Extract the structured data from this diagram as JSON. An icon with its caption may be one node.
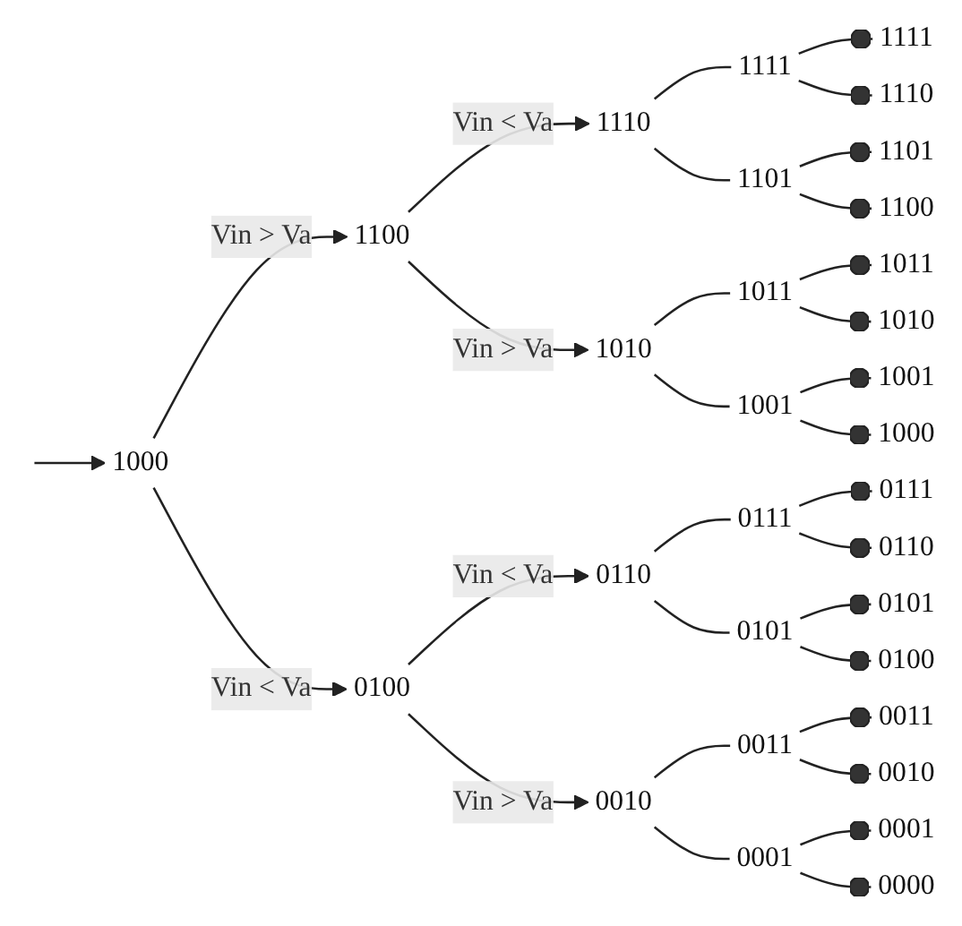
{
  "diagram": {
    "nodes": [
      {
        "text": [
          "1000"
        ]
      },
      {
        "text": [
          "1100"
        ]
      },
      {
        "text": [
          "0100"
        ]
      },
      {
        "text": [
          "1110"
        ]
      },
      {
        "text": [
          "1010"
        ]
      },
      {
        "text": [
          "0110"
        ]
      },
      {
        "text": [
          "0010"
        ]
      },
      {
        "text": [
          "1111"
        ]
      },
      {
        "text": [
          "1101"
        ]
      },
      {
        "text": [
          "1011"
        ]
      },
      {
        "text": [
          "1001"
        ]
      },
      {
        "text": [
          "0111"
        ]
      },
      {
        "text": [
          "0101"
        ]
      },
      {
        "text": [
          "0011"
        ]
      },
      {
        "text": [
          "0001"
        ]
      },
      {
        "text": [
          "1111"
        ]
      },
      {
        "text": [
          "1110"
        ]
      },
      {
        "text": [
          "1101"
        ]
      },
      {
        "text": [
          "1100"
        ]
      },
      {
        "text": [
          "1011"
        ]
      },
      {
        "text": [
          "1010"
        ]
      },
      {
        "text": [
          "1001"
        ]
      },
      {
        "text": [
          "1000"
        ]
      },
      {
        "text": [
          "0111"
        ]
      },
      {
        "text": [
          "0110"
        ]
      },
      {
        "text": [
          "0101"
        ]
      },
      {
        "text": [
          "0100"
        ]
      },
      {
        "text": [
          "0011"
        ]
      },
      {
        "text": [
          "0010"
        ]
      },
      {
        "text": [
          "0001"
        ]
      },
      {
        "text": [
          "0000"
        ]
      }
    ],
    "edges": [
      {
        "from": null,
        "to": 0,
        "arrow": "to"
      },
      {
        "from": 0,
        "to": 1,
        "label": "Vin > Va",
        "arrow": "to"
      },
      {
        "from": 0,
        "to": 2,
        "label": "Vin < Va",
        "arrow": "to"
      },
      {
        "from": 1,
        "to": 3,
        "label": "Vin < Va",
        "arrow": "to"
      },
      {
        "from": 1,
        "to": 4,
        "label": "Vin > Va",
        "arrow": "to"
      },
      {
        "from": 2,
        "to": 5,
        "label": "Vin < Va",
        "arrow": "to"
      },
      {
        "from": 2,
        "to": 6,
        "label": "Vin > Va",
        "arrow": "to"
      },
      {
        "from": 3,
        "to": 7,
        "arrow": "none"
      },
      {
        "from": 3,
        "to": 8,
        "arrow": "none"
      },
      {
        "from": 4,
        "to": 9,
        "arrow": "none"
      },
      {
        "from": 4,
        "to": 10,
        "arrow": "none"
      },
      {
        "from": 5,
        "to": 11,
        "arrow": "none"
      },
      {
        "from": 5,
        "to": 12,
        "arrow": "none"
      },
      {
        "from": 6,
        "to": 13,
        "arrow": "none"
      },
      {
        "from": 6,
        "to": 14,
        "arrow": "none"
      },
      {
        "from": 7,
        "to": 15,
        "arrow": "other"
      },
      {
        "from": 7,
        "to": 16,
        "arrow": "other"
      },
      {
        "from": 8,
        "to": 17,
        "arrow": "other"
      },
      {
        "from": 8,
        "to": 18,
        "arrow": "other"
      },
      {
        "from": 9,
        "to": 19,
        "arrow": "other"
      },
      {
        "from": 9,
        "to": 20,
        "arrow": "other"
      },
      {
        "from": 10,
        "to": 21,
        "arrow": "other"
      },
      {
        "from": 10,
        "to": 22,
        "arrow": "other"
      },
      {
        "from": 11,
        "to": 23,
        "arrow": "other"
      },
      {
        "from": 11,
        "to": 24,
        "arrow": "other"
      },
      {
        "from": 12,
        "to": 25,
        "arrow": "other"
      },
      {
        "from": 12,
        "to": 26,
        "arrow": "other"
      },
      {
        "from": 13,
        "to": 27,
        "arrow": "other"
      },
      {
        "from": 13,
        "to": 28,
        "arrow": "other"
      },
      {
        "from": 14,
        "to": 29,
        "arrow": "other"
      },
      {
        "from": 14,
        "to": 30,
        "arrow": "other"
      }
    ]
  }
}
